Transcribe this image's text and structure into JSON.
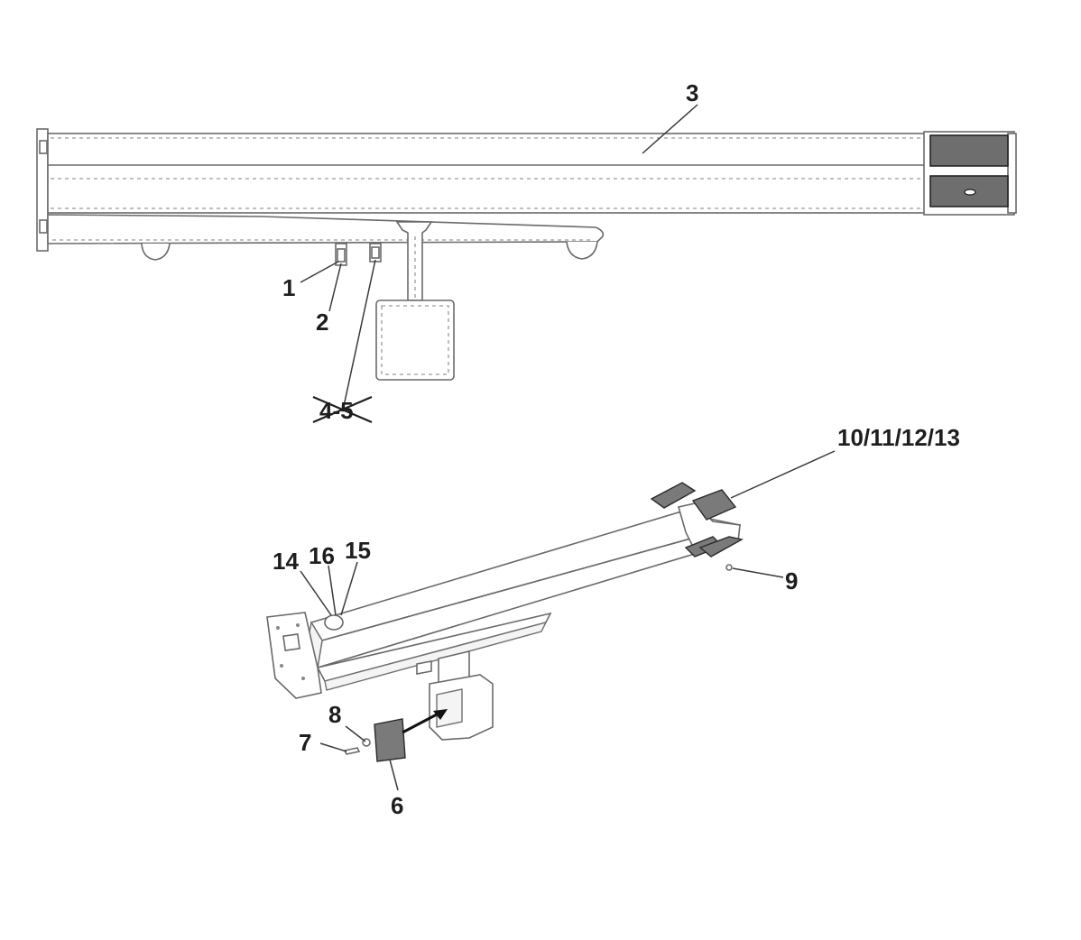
{
  "diagram": {
    "callouts": {
      "c1": "1",
      "c2": "2",
      "c3": "3",
      "c45": "4-5",
      "c6": "6",
      "c7": "7",
      "c8": "8",
      "c9": "9",
      "c10": "10/11/12/13",
      "c14": "14",
      "c15": "15",
      "c16": "16"
    },
    "colors": {
      "outline": "#6a6a6a",
      "dark_pad": "#6e6e6e",
      "text": "#1e1e1e"
    }
  }
}
